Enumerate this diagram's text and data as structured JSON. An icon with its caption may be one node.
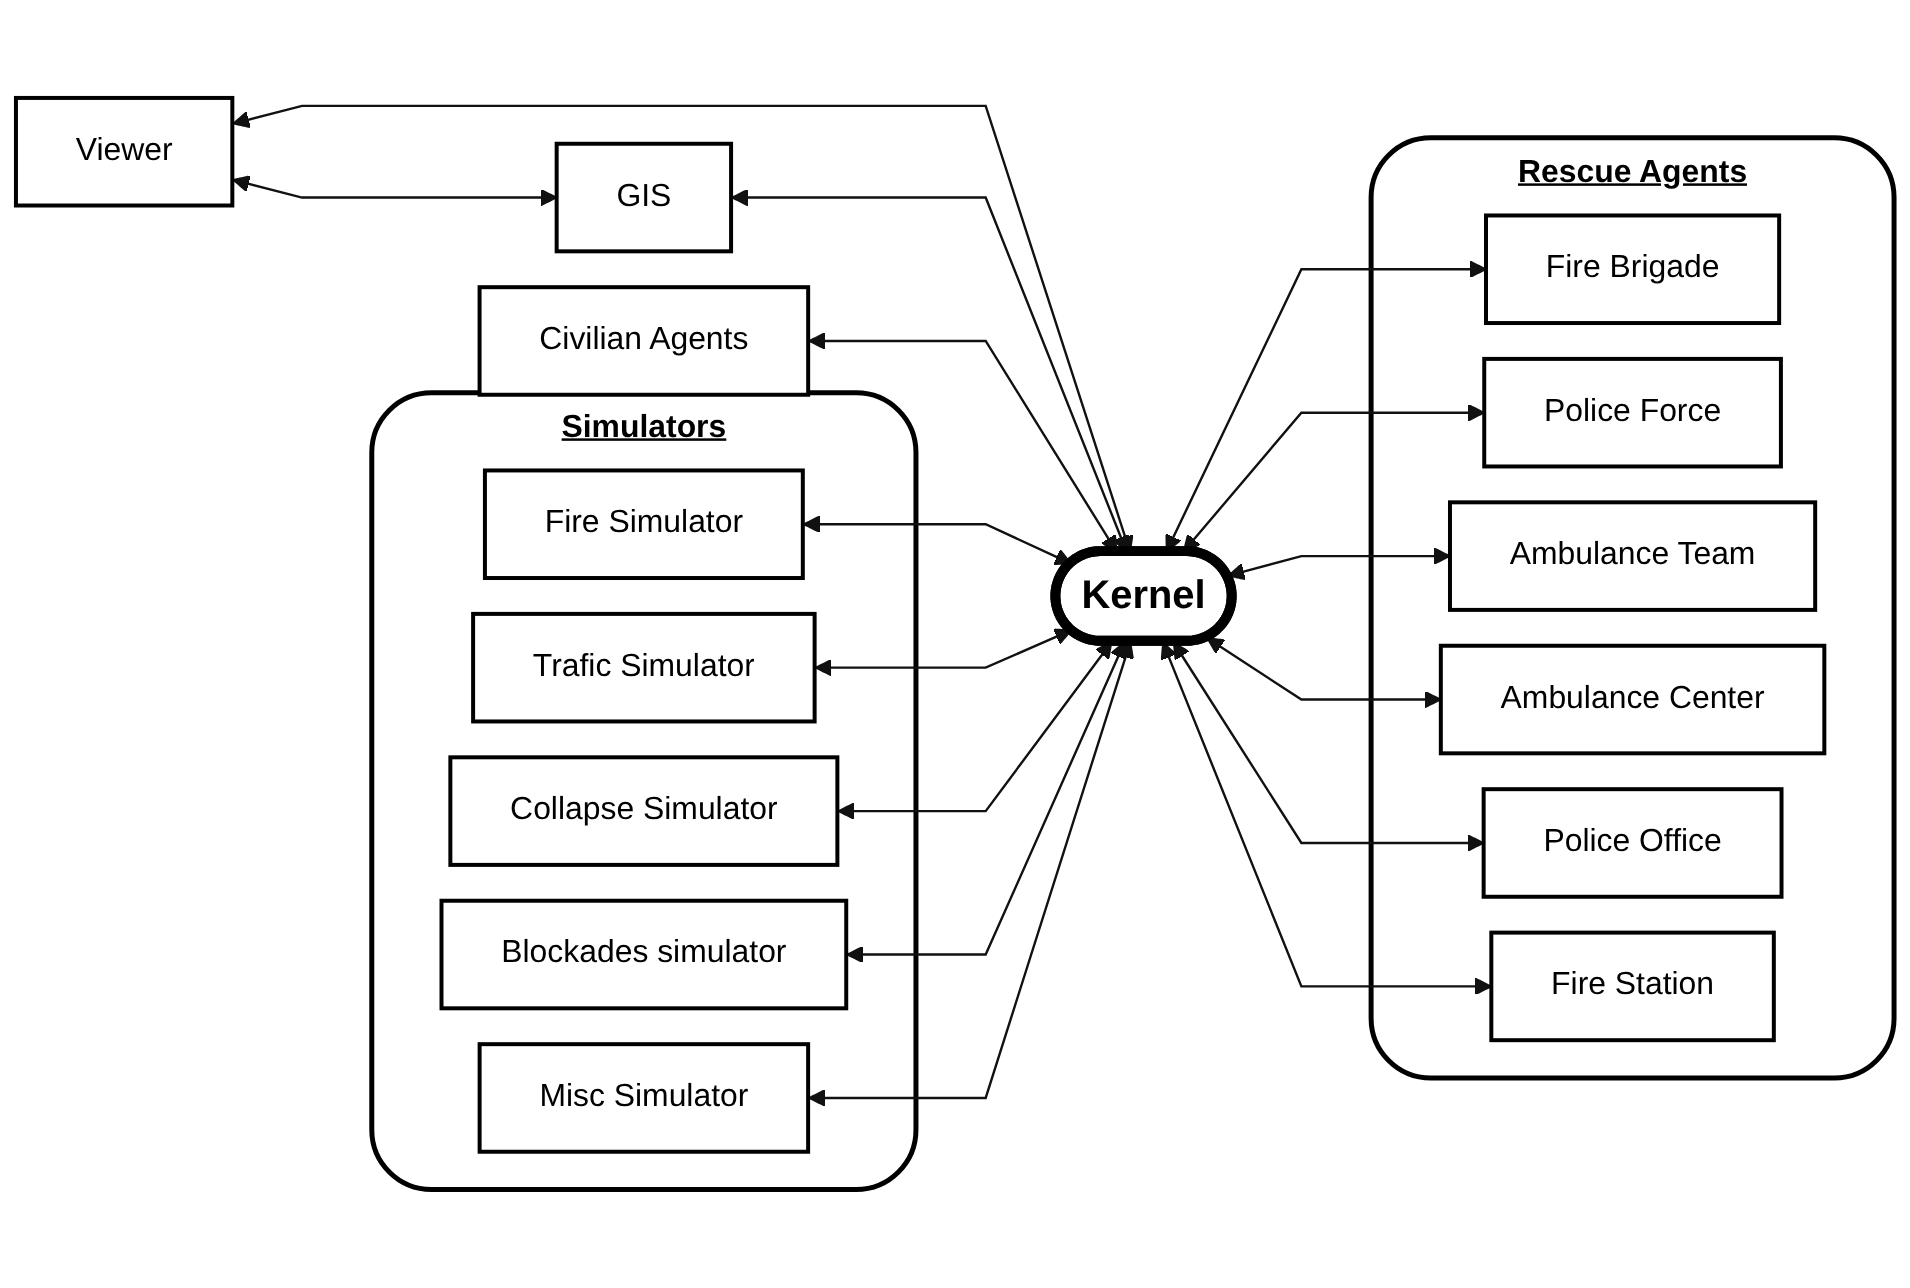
{
  "diagram": {
    "nodes": [
      {
        "text": [
          "Viewer"
        ]
      },
      {
        "text": [
          "GIS"
        ]
      },
      {
        "text": [
          "Civilian Agents"
        ]
      },
      {
        "text": [
          "Rescue Agents"
        ]
      },
      {
        "text": [
          "Fire Brigade"
        ],
        "in": 3
      },
      {
        "text": [
          "Police Force"
        ],
        "in": 3
      },
      {
        "text": [
          "Ambulance Team"
        ],
        "in": 3
      },
      {
        "text": [
          "Ambulance Center"
        ],
        "in": 3
      },
      {
        "text": [
          "Police Office"
        ],
        "in": 3
      },
      {
        "text": [
          "Fire Station"
        ],
        "in": 3
      },
      {
        "text": [
          "Simulators"
        ]
      },
      {
        "text": [
          "Fire Simulator"
        ],
        "in": 10
      },
      {
        "text": [
          "Trafic Simulator"
        ],
        "in": 10
      },
      {
        "text": [
          "Collapse Simulator"
        ],
        "in": 10
      },
      {
        "text": [
          "Blockades simulator"
        ],
        "in": 10
      },
      {
        "text": [
          "Misc Simulator"
        ],
        "in": 10
      },
      {
        "text": [
          "Kernel"
        ]
      }
    ],
    "edges": [
      {
        "from": 0,
        "to": 1,
        "arrow": "both"
      },
      {
        "from": 0,
        "to": 16,
        "arrow": "both"
      },
      {
        "from": 1,
        "to": 16,
        "arrow": "both"
      },
      {
        "from": 2,
        "to": 16,
        "arrow": "both"
      },
      {
        "from": 11,
        "to": 16,
        "arrow": "both"
      },
      {
        "from": 12,
        "to": 16,
        "arrow": "both"
      },
      {
        "from": 13,
        "to": 16,
        "arrow": "both"
      },
      {
        "from": 14,
        "to": 16,
        "arrow": "both"
      },
      {
        "from": 15,
        "to": 16,
        "arrow": "both"
      },
      {
        "from": 16,
        "to": 4,
        "arrow": "both"
      },
      {
        "from": 16,
        "to": 5,
        "arrow": "both"
      },
      {
        "from": 16,
        "to": 6,
        "arrow": "both"
      },
      {
        "from": 16,
        "to": 7,
        "arrow": "both"
      },
      {
        "from": 16,
        "to": 8,
        "arrow": "both"
      },
      {
        "from": 16,
        "to": 9,
        "arrow": "both"
      }
    ]
  }
}
